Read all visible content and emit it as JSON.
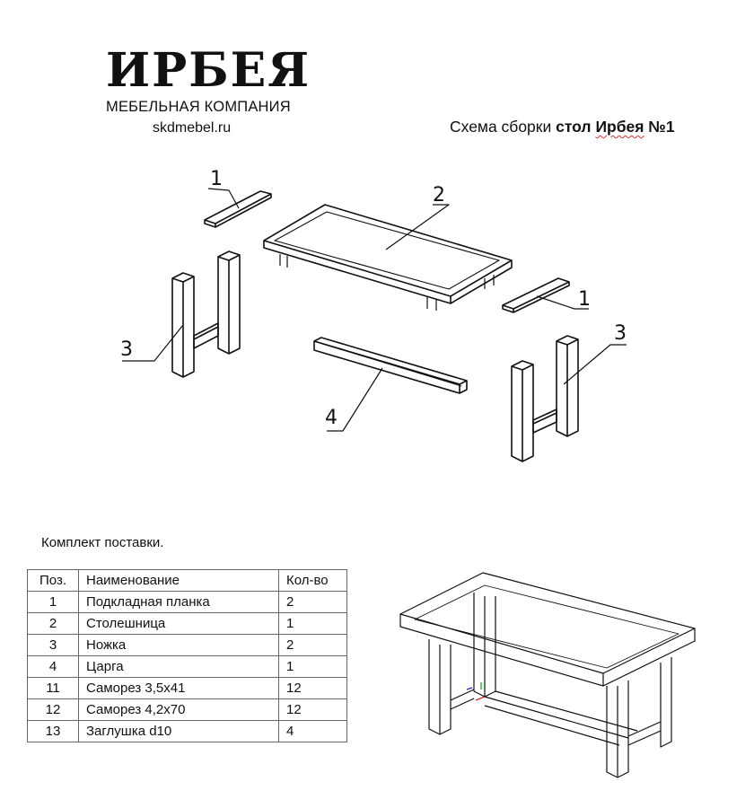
{
  "header": {
    "logo_text": "ИРБЕЯ",
    "company": "МЕБЕЛЬНАЯ КОМПАНИЯ",
    "website": "skdmebel.ru",
    "title_prefix": "Схема сборки",
    "title_bold_1": "стол",
    "title_bold_2": "Ирбея",
    "title_bold_3": "№1"
  },
  "diagram": {
    "labels": {
      "part1_left": "1",
      "part2": "2",
      "part1_right": "1",
      "part3_left": "3",
      "part4": "4",
      "part3_right": "3"
    }
  },
  "kit": {
    "heading": "Комплект поставки.",
    "columns": [
      "Поз.",
      "Наименование",
      "Кол-во"
    ],
    "rows": [
      [
        "1",
        "Подкладная планка",
        "2"
      ],
      [
        "2",
        "Столешница",
        "1"
      ],
      [
        "3",
        "Ножка",
        "2"
      ],
      [
        "4",
        "Царга",
        "1"
      ],
      [
        "11",
        "Саморез 3,5x41",
        "12"
      ],
      [
        "12",
        "Саморез 4,2x70",
        "12"
      ],
      [
        "13",
        "Заглушка d10",
        "4"
      ]
    ]
  }
}
